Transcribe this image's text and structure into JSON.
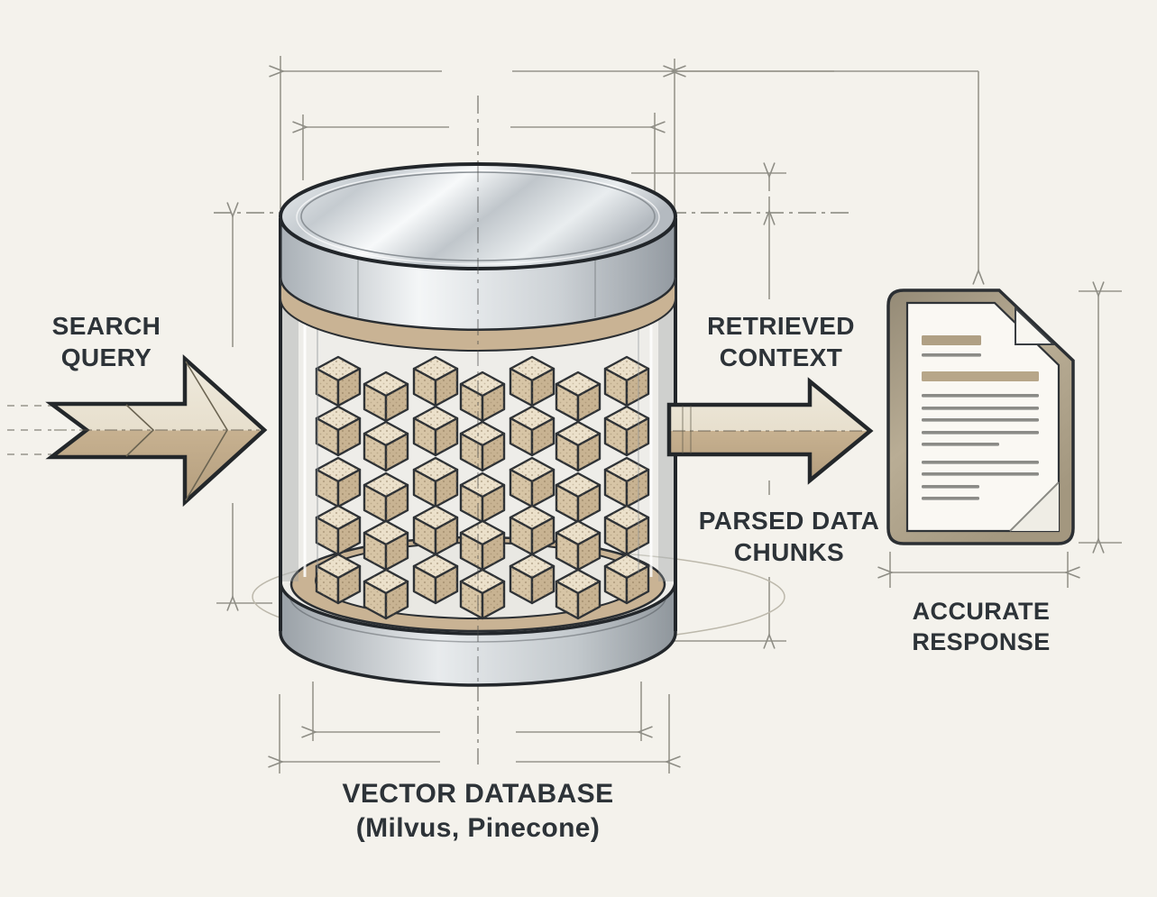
{
  "title": "Vector database retrieval technical drawing",
  "background_color": "#f4f2ec",
  "text_color": "#2d3338",
  "colors": {
    "tan_accent": "#c6b08f",
    "tan_light": "#ece4d3",
    "metal_light": "#f2f4f5",
    "metal_dark": "#9ba2a8",
    "outline_dark": "#24282c",
    "dimension_gray": "#97958c",
    "document_border": "#a89c85"
  },
  "labels": {
    "search_query": "SEARCH\nQUERY",
    "retrieved_context": "RETRIEVED\nCONTEXT",
    "parsed_data_chunks": "PARSED DATA\nCHUNKS",
    "accurate_response": "ACCURATE\nRESPONSE",
    "vector_database": "VECTOR DATABASE\n(Milvus, Pinecone)"
  },
  "elements": {
    "cylinder": {
      "name": "vector-database-cylinder",
      "style": "glass body with metallic lid and base, tan rim bands",
      "data_cubes": {
        "rows": 5,
        "columns": 7,
        "total": 35,
        "style": "isometric tan textured cubes"
      }
    },
    "arrows": [
      {
        "name": "search-query-arrow",
        "direction": "right",
        "from": "left edge",
        "to": "cylinder"
      },
      {
        "name": "retrieved-context-arrow",
        "direction": "right",
        "from": "cylinder",
        "to": "document"
      }
    ],
    "document": {
      "name": "accurate-response-document",
      "features": [
        "folded top-right corner",
        "folded bottom-right corner"
      ],
      "header_bars": 2,
      "text_lines": 10
    },
    "dimension_lines": {
      "style": "blueprint dimension lines with open arrowheads, extension lines and dash-dot centerlines",
      "values_shown": "none"
    }
  }
}
